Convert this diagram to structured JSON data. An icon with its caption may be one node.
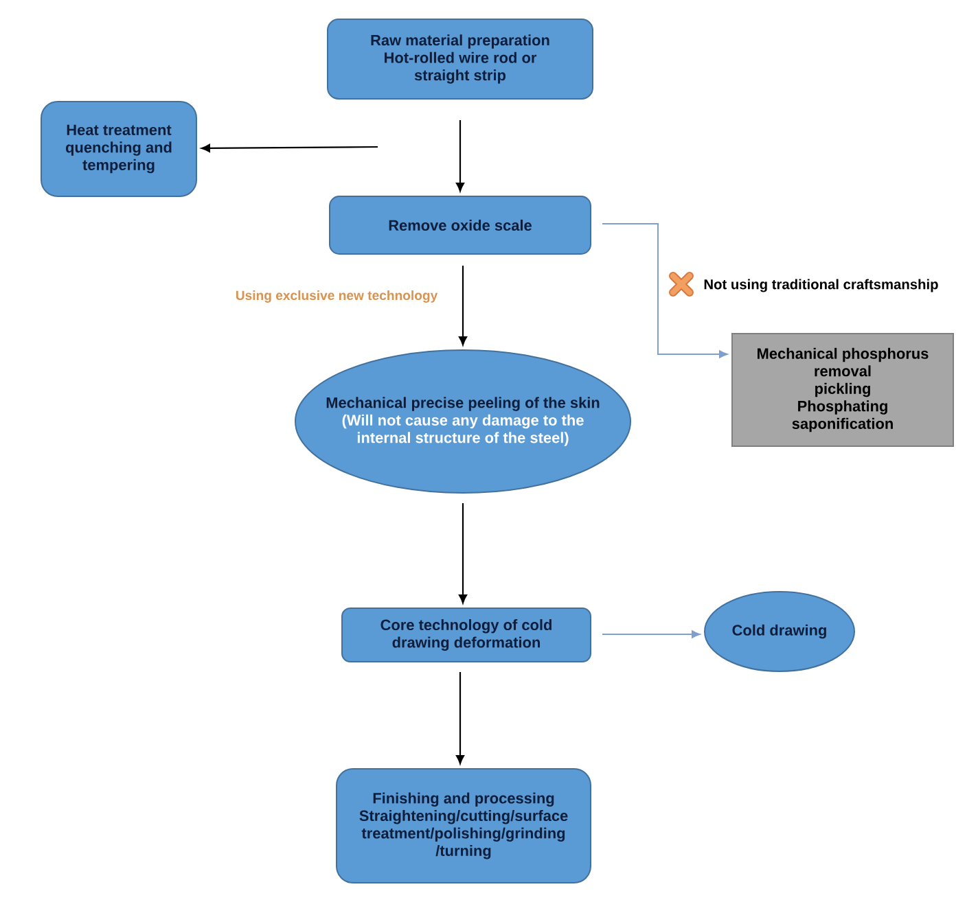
{
  "diagram": {
    "nodes": [
      {
        "text": [
          "Raw material preparation",
          "Hot-rolled wire rod or straight strip"
        ]
      },
      {
        "text": [
          "Heat treatment",
          "quenching and tempering"
        ]
      },
      {
        "text": [
          "Remove oxide scale"
        ]
      },
      {
        "text": [
          "Mechanical precise peeling of the skin",
          "(Will not cause any damage to the internal structure of the steel)"
        ]
      },
      {
        "text": [
          "Mechanical phosphorus removal",
          "pickling",
          "Phosphating",
          "saponification"
        ]
      },
      {
        "text": [
          "Core technology of cold drawing deformation"
        ]
      },
      {
        "text": [
          "Cold drawing"
        ]
      },
      {
        "text": [
          "Finishing and processing",
          "Straightening/cutting/surface treatment/polishing/grinding /turning"
        ]
      }
    ],
    "edges": [
      {
        "from": 0,
        "to": 2,
        "arrow": "to"
      },
      {
        "from": null,
        "to": 1,
        "arrow": "to"
      },
      {
        "from": 2,
        "to": 4,
        "arrow": "to",
        "color": "#7f9fcc",
        "label": "Not using traditional craftsmanship"
      },
      {
        "from": 2,
        "to": 3,
        "arrow": "to",
        "label": "Using exclusive new technology"
      },
      {
        "from": 3,
        "to": 5,
        "arrow": "to"
      },
      {
        "from": 5,
        "to": 6,
        "arrow": "to",
        "color": "#7f9fcc"
      },
      {
        "from": 5,
        "to": 7,
        "arrow": "to"
      }
    ]
  }
}
